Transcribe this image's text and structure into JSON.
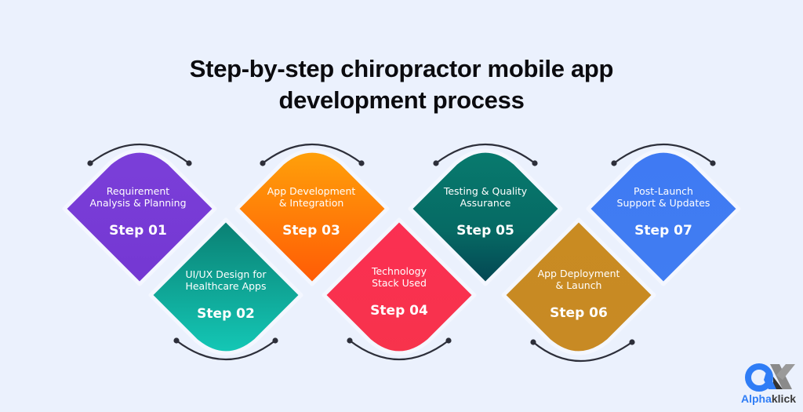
{
  "title": {
    "line1": "Step-by-step chiropractor mobile app",
    "line2": "development process"
  },
  "steps": [
    {
      "number": "Step 01",
      "label1": "Requirement",
      "label2": "Analysis & Planning",
      "color": "#7a3ed8",
      "position": "top"
    },
    {
      "number": "Step 02",
      "label1": "UI/UX Design for",
      "label2": "Healthcare Apps",
      "color": "#12b5a3",
      "position": "bottom"
    },
    {
      "number": "Step 03",
      "label1": "App Development",
      "label2": "& Integration",
      "color": "#ff8c0a",
      "position": "top"
    },
    {
      "number": "Step 04",
      "label1": "Technology",
      "label2": "Stack Used",
      "color": "#f9334f",
      "position": "bottom"
    },
    {
      "number": "Step 05",
      "label1": "Testing & Quality",
      "label2": "Assurance",
      "color": "#066d66",
      "position": "top"
    },
    {
      "number": "Step 06",
      "label1": "App Deployment",
      "label2": "& Launch",
      "color": "#c98b22",
      "position": "bottom"
    },
    {
      "number": "Step 07",
      "label1": "Post-Launch",
      "label2": "Support & Updates",
      "color": "#3f7bf3",
      "position": "top"
    }
  ],
  "logo": {
    "icon": "alphaklick-logo-icon",
    "text_part1": "Alpha",
    "text_part2": "klick",
    "color_primary": "#2f7df6",
    "color_secondary": "#3a3a3a"
  }
}
